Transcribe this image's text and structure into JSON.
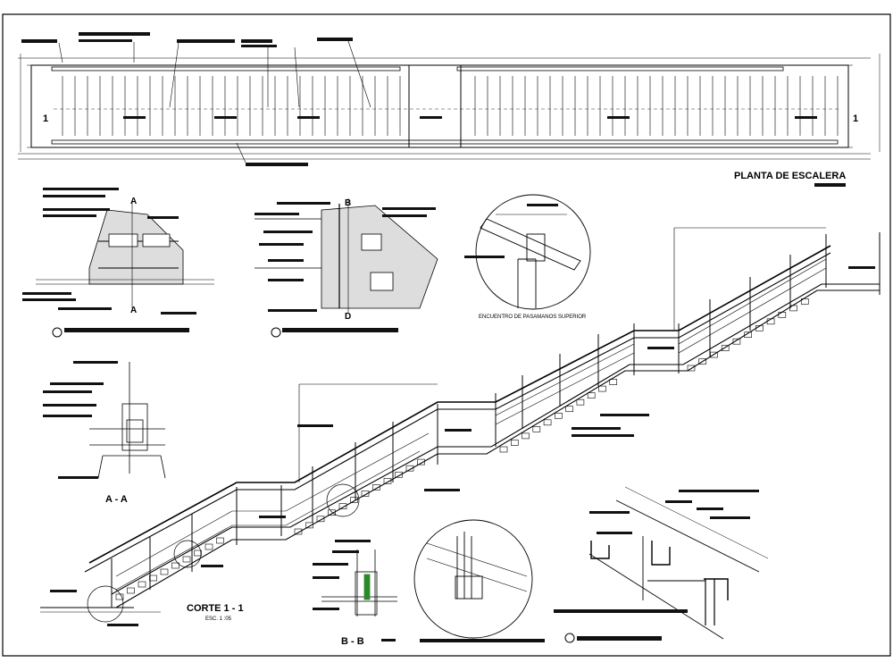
{
  "plan": {
    "title": "PLANTA DE ESCALERA",
    "section_mark_left": "1",
    "section_mark_right": "1"
  },
  "section": {
    "title": "CORTE 1 - 1",
    "scale": "ESC. 1 :05"
  },
  "details": {
    "aa_label": "A - A",
    "bb_label": "B - B",
    "cut_a": "A",
    "cut_b": "B",
    "cut_d": "D",
    "handrail_junction": "ENCUENTRO DE PASAMANOS SUPERIOR"
  }
}
